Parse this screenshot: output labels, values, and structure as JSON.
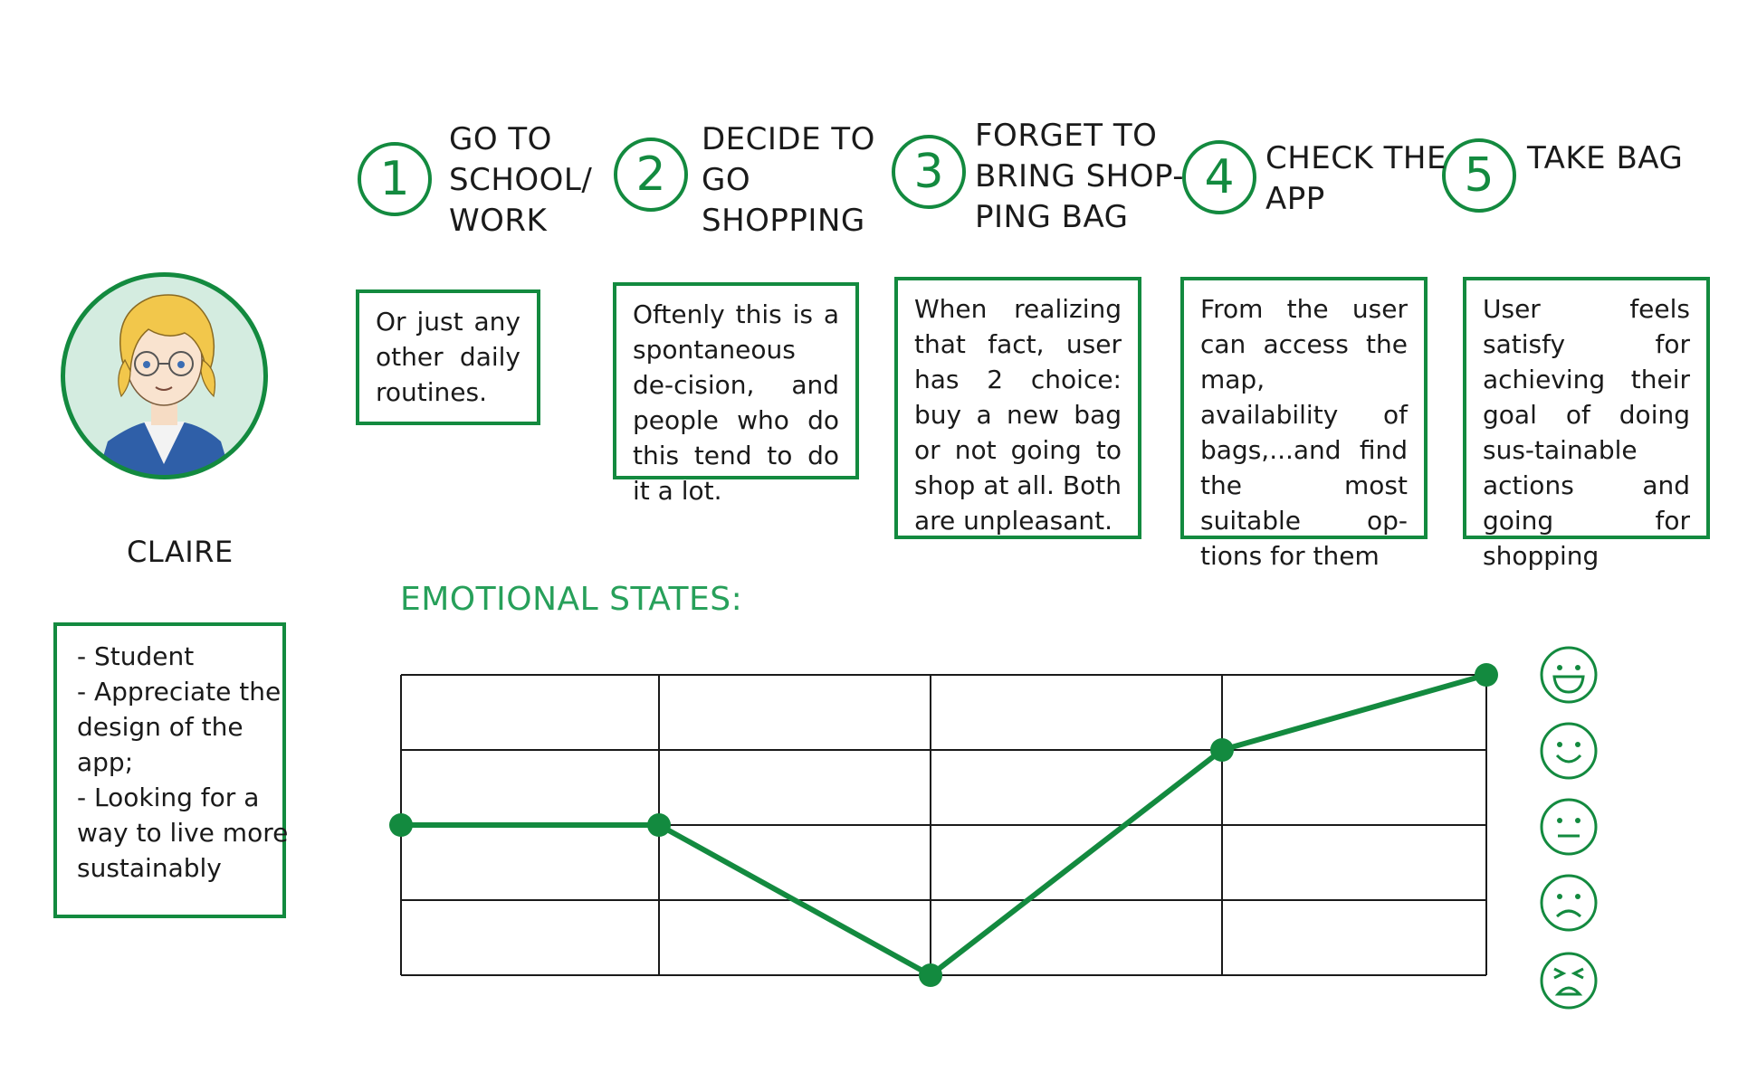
{
  "persona": {
    "name": "CLAIRE",
    "traits": [
      "- Student",
      "- Appreciate the",
      "design of the",
      "app;",
      "- Looking for a",
      "way to live more",
      "sustainably"
    ]
  },
  "steps": [
    {
      "number": "1",
      "title": "GO TO\nSCHOOL/\nWORK",
      "description": "Or just any other daily routines."
    },
    {
      "number": "2",
      "title": "DECIDE TO\nGO\nSHOPPING",
      "description": "Oftenly this is a spontaneous de-cision, and people who do this tend to do it a lot."
    },
    {
      "number": "3",
      "title": "FORGET TO\nBRING SHOP-\nPING BAG",
      "description": "When realizing that fact, user has 2 choice: buy a new bag or not going to shop at all. Both are unpleasant."
    },
    {
      "number": "4",
      "title": "CHECK THE\nAPP",
      "description": "From the user can access the map, availability of bags,...and find the most suitable op-tions for them"
    },
    {
      "number": "5",
      "title": "TAKE BAG",
      "description": "User feels satisfy for achieving their goal of doing sus-tainable actions and going for shopping"
    }
  ],
  "emotional_states": {
    "title": "EMOTIONAL STATES:",
    "levels": [
      "very-happy-face-icon",
      "happy-face-icon",
      "neutral-face-icon",
      "sad-face-icon",
      "very-upset-face-icon"
    ]
  },
  "chart_data": {
    "type": "line",
    "x": [
      1,
      2,
      3,
      4,
      5
    ],
    "y": [
      3,
      3,
      1,
      4,
      5
    ],
    "ylim": [
      1,
      5
    ],
    "grid": true,
    "line_color": "#138a3f"
  },
  "colors": {
    "accent": "#138a3f",
    "title_green": "#27a05a",
    "avatar_bg": "#d4ece0"
  }
}
